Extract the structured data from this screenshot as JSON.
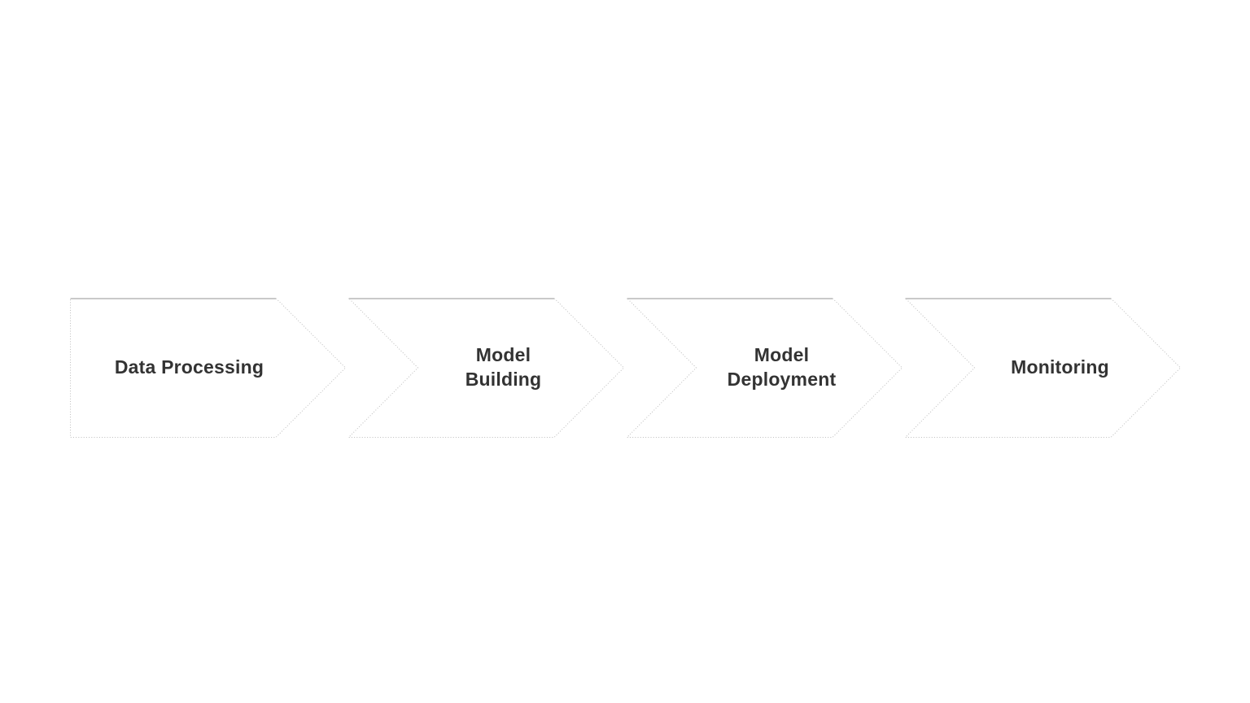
{
  "diagram": {
    "type": "process-flow",
    "direction": "left-to-right",
    "steps": [
      {
        "label": "Data Processing"
      },
      {
        "label": "Model\nBuilding"
      },
      {
        "label": "Model\nDeployment"
      },
      {
        "label": "Monitoring"
      }
    ],
    "colors": {
      "background": "#ffffff",
      "shape_fill": "#ffffff",
      "shape_border": "#bdbdbd",
      "shape_top_accent": "#c9c9c9",
      "label_text": "#333333"
    }
  }
}
